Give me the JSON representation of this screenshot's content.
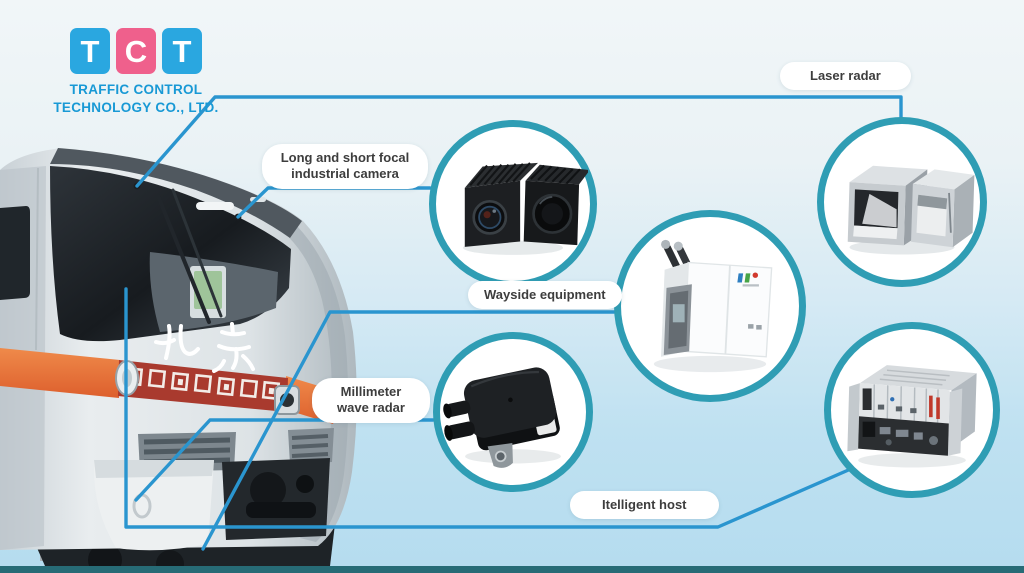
{
  "logo": {
    "tiles": [
      {
        "letter": "T",
        "color": "#2aa7e0"
      },
      {
        "letter": "C",
        "color": "#ef608c"
      },
      {
        "letter": "T",
        "color": "#2aa7e0"
      }
    ],
    "company_line1": "TRAFFIC CONTROL",
    "company_line2": "TECHNOLOGY CO., LTD."
  },
  "train": {
    "headsign": "北京",
    "description": "metro train front view with orange stripe and red decorative band"
  },
  "callouts": {
    "laser": {
      "label": "Laser radar"
    },
    "camera": {
      "label": "Long and short focal industrial camera"
    },
    "wayside": {
      "label": "Wayside equipment"
    },
    "mmwave": {
      "label": "Millimeter wave radar"
    },
    "host": {
      "label": "Itelligent host"
    }
  },
  "colors": {
    "accent_line": "#2a95cf",
    "circle_border": "#2f9db4",
    "logo_blue": "#2aa7e0",
    "logo_pink": "#ef608c",
    "logo_text": "#1899d5",
    "background_top": "#f1f6f8",
    "background_bottom": "#b5dcef",
    "bottom_bar": "#276b76",
    "train_orange": "#e8713a",
    "band_red": "#a93a2e",
    "pill_background": "#ffffff"
  }
}
